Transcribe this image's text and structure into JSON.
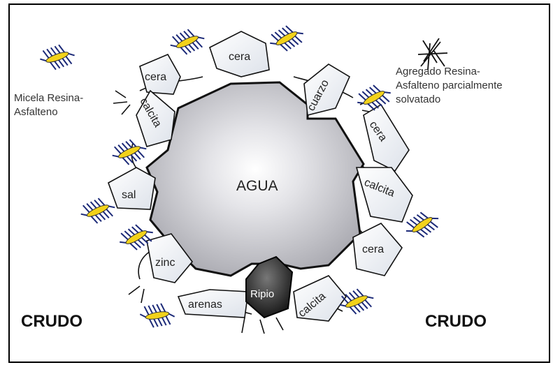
{
  "labels": {
    "water": "AGUA",
    "gravel": "Ripio",
    "crude_left": "CRUDO",
    "crude_right": "CRUDO",
    "micelle_line1": "Micela Resina-",
    "micelle_line2": "Asfalteno",
    "aggregate_line1": "Agregado Resina-",
    "aggregate_line2": "Asfalteno parcialmente",
    "aggregate_line3": "solvatado"
  },
  "particles": [
    {
      "name": "cera",
      "label": "cera"
    },
    {
      "name": "cera",
      "label": "cera"
    },
    {
      "name": "calcita",
      "label": "calcita"
    },
    {
      "name": "cuarzo",
      "label": "cuarzo"
    },
    {
      "name": "cera",
      "label": "cera"
    },
    {
      "name": "sal",
      "label": "sal"
    },
    {
      "name": "calcita",
      "label": "calcita"
    },
    {
      "name": "cera",
      "label": "cera"
    },
    {
      "name": "zinc",
      "label": "zinc"
    },
    {
      "name": "arenas",
      "label": "arenas"
    },
    {
      "name": "calcita",
      "label": "calcita"
    }
  ],
  "colors": {
    "water": "#c8c8cc",
    "particle_fill": "#f2f4f8",
    "micelle_core": "#f2d21a",
    "micelle_arms": "#1c2a78",
    "gravel": "#2a2a2a"
  }
}
